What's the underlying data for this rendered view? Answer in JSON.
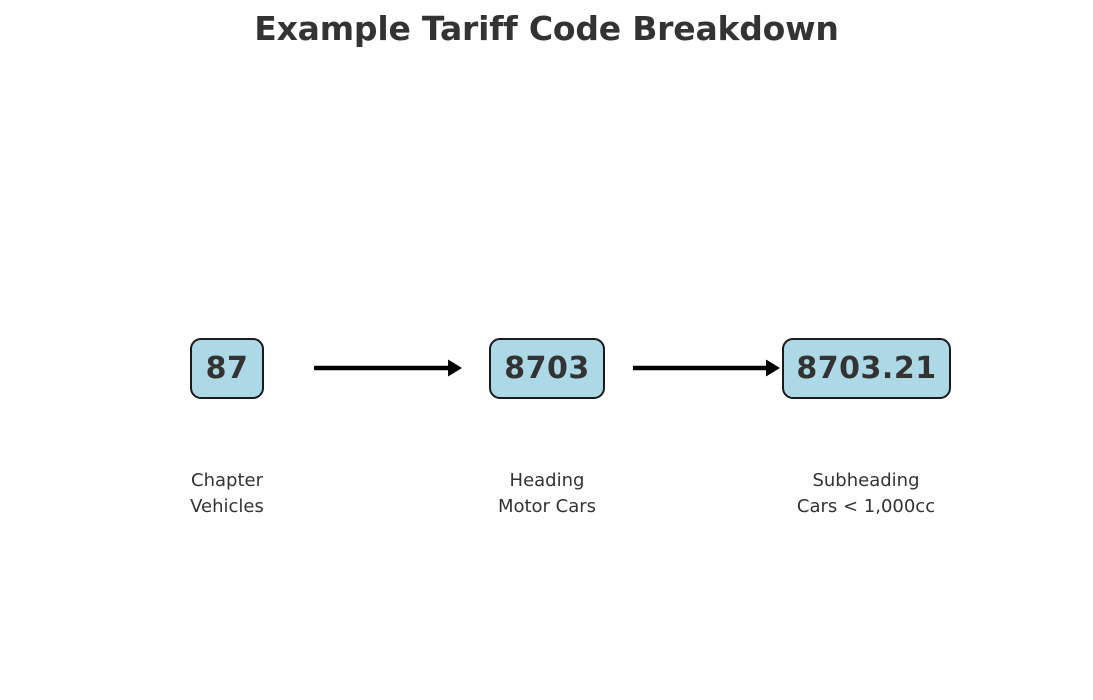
{
  "figure": {
    "title": "Example Tariff Code Breakdown",
    "background_color": "#ffffff",
    "title_color": "#333333",
    "node_fill_color": "#ADD8E6",
    "node_border_color": "#1a1a1a",
    "node_text_color": "#333333",
    "arrow_color": "#000000",
    "caption_color": "#333333"
  },
  "chart_data": {
    "type": "diagram",
    "diagram_kind": "left-to-right flow chain",
    "title": "Example Tariff Code Breakdown",
    "nodes": [
      {
        "id": "chapter",
        "code": "87",
        "level": "Chapter",
        "description": "Vehicles"
      },
      {
        "id": "heading",
        "code": "8703",
        "level": "Heading",
        "description": "Motor Cars"
      },
      {
        "id": "subheading",
        "code": "8703.21",
        "level": "Subheading",
        "description": "Cars < 1,000cc"
      }
    ],
    "edges": [
      {
        "from": "chapter",
        "to": "heading",
        "style": "solid arrow"
      },
      {
        "from": "heading",
        "to": "subheading",
        "style": "solid arrow"
      }
    ],
    "legend": [],
    "annotations": []
  },
  "nodes": {
    "chapter": {
      "code": "87",
      "level": "Chapter",
      "description": "Vehicles"
    },
    "heading": {
      "code": "8703",
      "level": "Heading",
      "description": "Motor Cars"
    },
    "subheading": {
      "code": "8703.21",
      "level": "Subheading",
      "description": "Cars < 1,000cc"
    }
  },
  "icons": {
    "arrow_1": "arrow-right-icon",
    "arrow_2": "arrow-right-icon"
  }
}
